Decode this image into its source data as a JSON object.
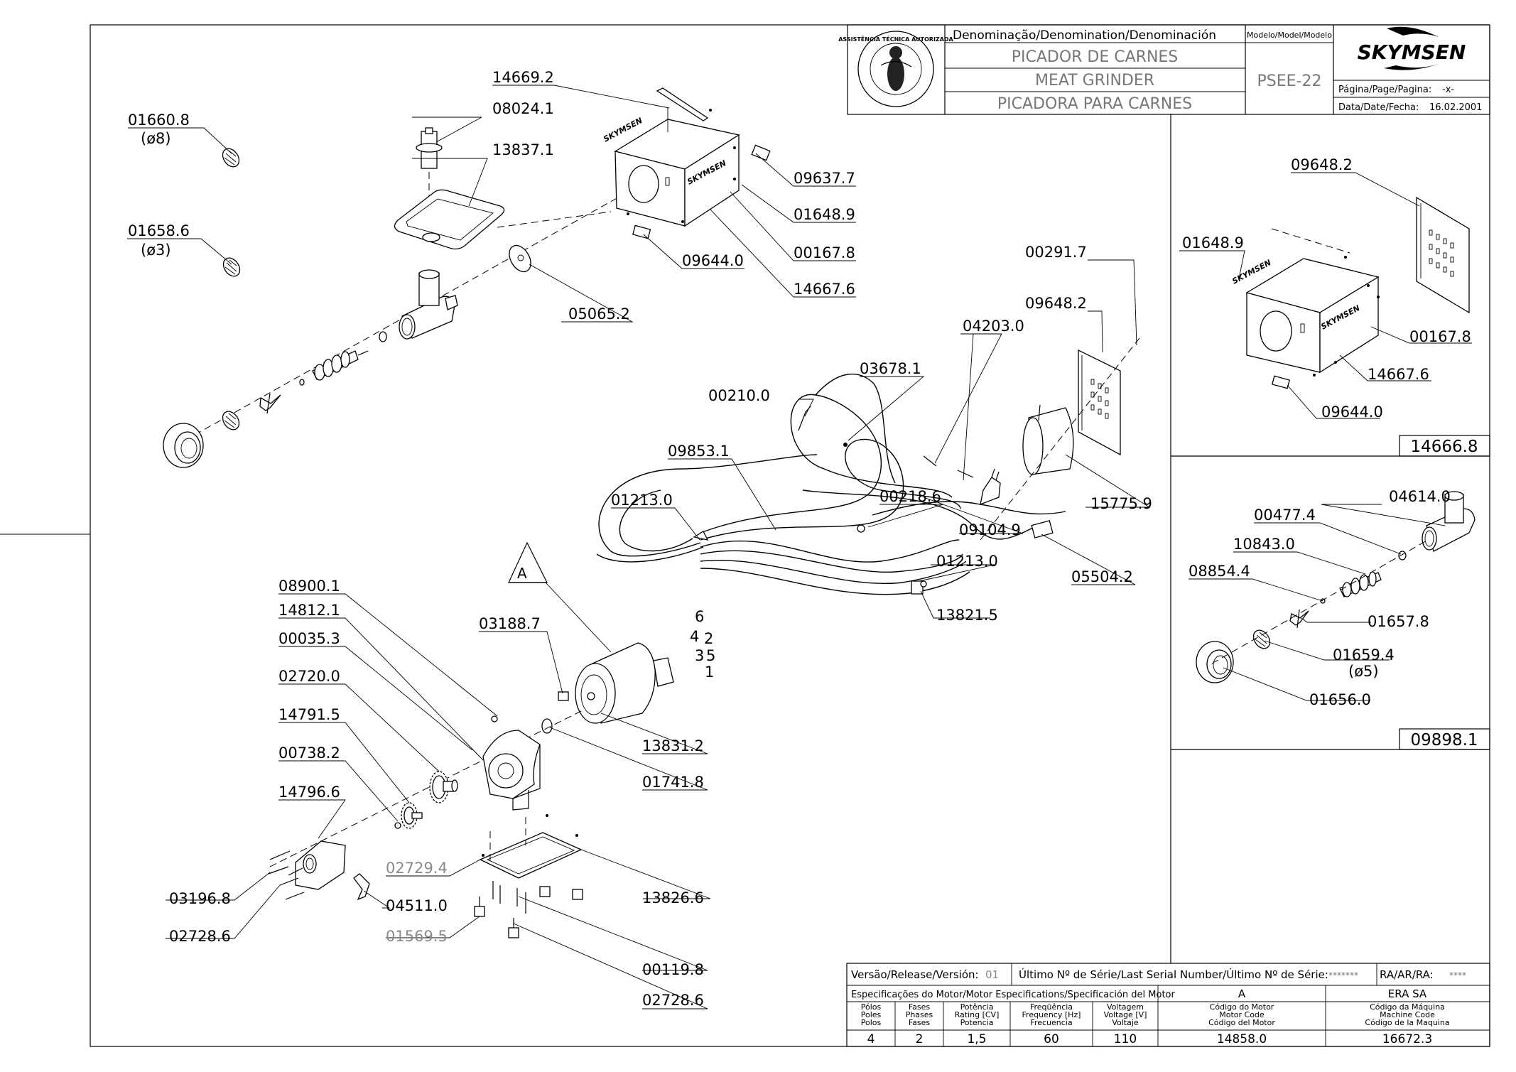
{
  "title_block": {
    "denomination_header": "Denominação/Denomination/Denominación",
    "model_header": "Modelo/Model/Modelo",
    "name_pt": "PICADOR DE CARNES",
    "name_en": "MEAT GRINDER",
    "name_es": "PICADORA PARA CARNES",
    "model": "PSEE-22",
    "brand": "SKYMSEN",
    "seal_text": "ASSISTÊNCIA TÉCNICA AUTORIZADA",
    "page_label": "Página/Page/Pagina:",
    "page_value": "-x-",
    "date_label": "Data/Date/Fecha:",
    "date_value": "16.02.2001"
  },
  "labels": {
    "l_14669_2": "14669.2",
    "l_01660_8": "01660.8",
    "l_phi8": "(ø8)",
    "l_08024_1": "08024.1",
    "l_13837_1": "13837.1",
    "l_01658_6": "01658.6",
    "l_phi3": "(ø3)",
    "l_09637_7": "09637.7",
    "l_01648_9a": "01648.9",
    "l_00167_8a": "00167.8",
    "l_09644_0a": "09644.0",
    "l_14667_6a": "14667.6",
    "l_05065_2": "05065.2",
    "l_00291_7": "00291.7",
    "l_09648_2a": "09648.2",
    "l_04203_0": "04203.0",
    "l_03678_1": "03678.1",
    "l_00210_0": "00210.0",
    "l_09853_1": "09853.1",
    "l_01213_0a": "01213.0",
    "l_00218_6": "00218.6",
    "l_09104_9": "09104.9",
    "l_15775_9": "15775.9",
    "l_01213_0b": "01213.0",
    "l_05504_2": "05504.2",
    "l_13821_5": "13821.5",
    "l_A": "A",
    "l_08900_1": "08900.1",
    "l_14812_1": "14812.1",
    "l_03188_7": "03188.7",
    "l_00035_3": "00035.3",
    "l_02720_0": "02720.0",
    "l_14791_5": "14791.5",
    "l_00738_2": "00738.2",
    "l_14796_6": "14796.6",
    "l_13831_2": "13831.2",
    "l_01741_8": "01741.8",
    "l_02729_4": "02729.4",
    "l_13826_6": "13826.6",
    "l_03196_8": "03196.8",
    "l_04511_0": "04511.0",
    "l_02728_6a": "02728.6",
    "l_01569_5": "01569.5",
    "l_00119_8": "00119.8",
    "l_02728_6b": "02728.6",
    "wire_6": "6",
    "wire_4": "4",
    "wire_2": "2",
    "wire_3": "3",
    "wire_5": "5",
    "wire_1": "1"
  },
  "panel_cabinet": {
    "l_09648_2": "09648.2",
    "l_01648_9": "01648.9",
    "l_00167_8": "00167.8",
    "l_14667_6": "14667.6",
    "l_09644_0": "09644.0",
    "assembly": "14666.8"
  },
  "panel_head": {
    "l_04614_0": "04614.0",
    "l_00477_4": "00477.4",
    "l_10843_0": "10843.0",
    "l_08854_4": "08854.4",
    "l_01657_8": "01657.8",
    "l_01659_4": "01659.4",
    "l_phi5": "(ø5)",
    "l_01656_0": "01656.0",
    "assembly": "09898.1"
  },
  "footer": {
    "release_label": "Versão/Release/Versión:",
    "release_value": "01",
    "serial_label": "Último Nº de Série/Last Serial Number/Último Nº de Série:",
    "serial_value": "*******",
    "ra_label": "RA/AR/RA:",
    "ra_value": "****",
    "motor_spec_label": "Especificações do Motor/Motor Especifications/Specificación del Motor",
    "motor_variant": "A",
    "maker": "ERA SA",
    "columns": [
      {
        "pt": "Pólos",
        "en": "Poles",
        "es": "Polos",
        "value": "4"
      },
      {
        "pt": "Fases",
        "en": "Phases",
        "es": "Fases",
        "value": "2"
      },
      {
        "pt": "Potência",
        "en": "Rating [CV]",
        "es": "Potencia",
        "value": "1,5"
      },
      {
        "pt": "Freqüência",
        "en": "Frequency [Hz]",
        "es": "Frecuencia",
        "value": "60"
      },
      {
        "pt": "Voltagem",
        "en": "Voltage [V]",
        "es": "Voltaje",
        "value": "110"
      },
      {
        "pt": "Código do Motor",
        "en": "Motor Code",
        "es": "Código del Motor",
        "value": "14858.0"
      },
      {
        "pt": "Código da Máquina",
        "en": "Machine Code",
        "es": "Código de la Maquina",
        "value": "16672.3"
      }
    ]
  }
}
